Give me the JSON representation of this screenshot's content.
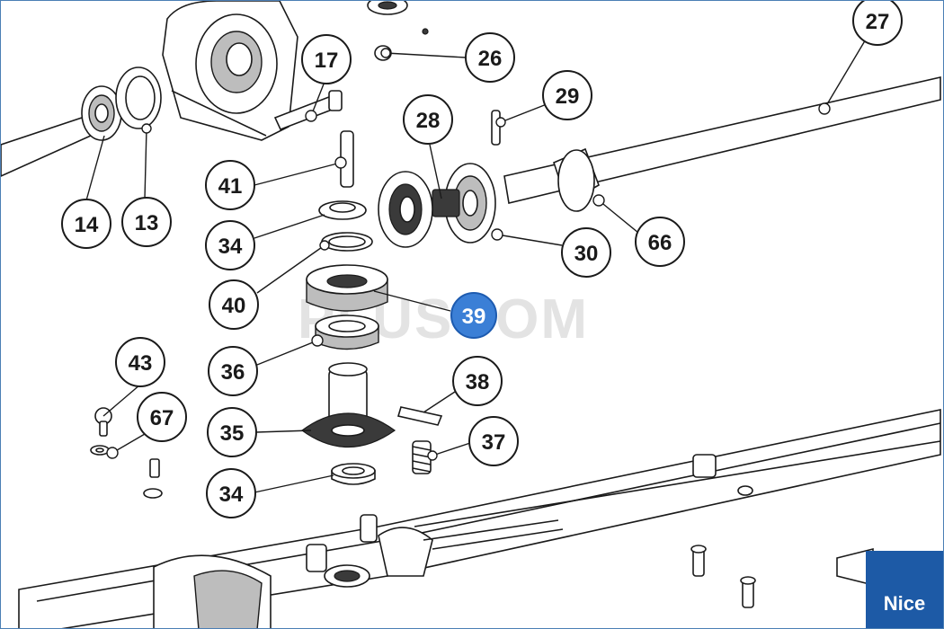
{
  "watermark": "PLUSCOM",
  "brand": {
    "name": "Nice",
    "color": "#1d5aa6"
  },
  "highlight_color": "#3b7fd6",
  "callouts": [
    {
      "label": "27",
      "highlighted": false
    },
    {
      "label": "26",
      "highlighted": false
    },
    {
      "label": "17",
      "highlighted": false
    },
    {
      "label": "29",
      "highlighted": false
    },
    {
      "label": "28",
      "highlighted": false
    },
    {
      "label": "41",
      "highlighted": false
    },
    {
      "label": "14",
      "highlighted": false
    },
    {
      "label": "13",
      "highlighted": false
    },
    {
      "label": "34",
      "highlighted": false
    },
    {
      "label": "30",
      "highlighted": false
    },
    {
      "label": "66",
      "highlighted": false
    },
    {
      "label": "40",
      "highlighted": false
    },
    {
      "label": "39",
      "highlighted": true
    },
    {
      "label": "43",
      "highlighted": false
    },
    {
      "label": "36",
      "highlighted": false
    },
    {
      "label": "38",
      "highlighted": false
    },
    {
      "label": "67",
      "highlighted": false
    },
    {
      "label": "35",
      "highlighted": false
    },
    {
      "label": "37",
      "highlighted": false
    },
    {
      "label": "34",
      "highlighted": false
    }
  ]
}
